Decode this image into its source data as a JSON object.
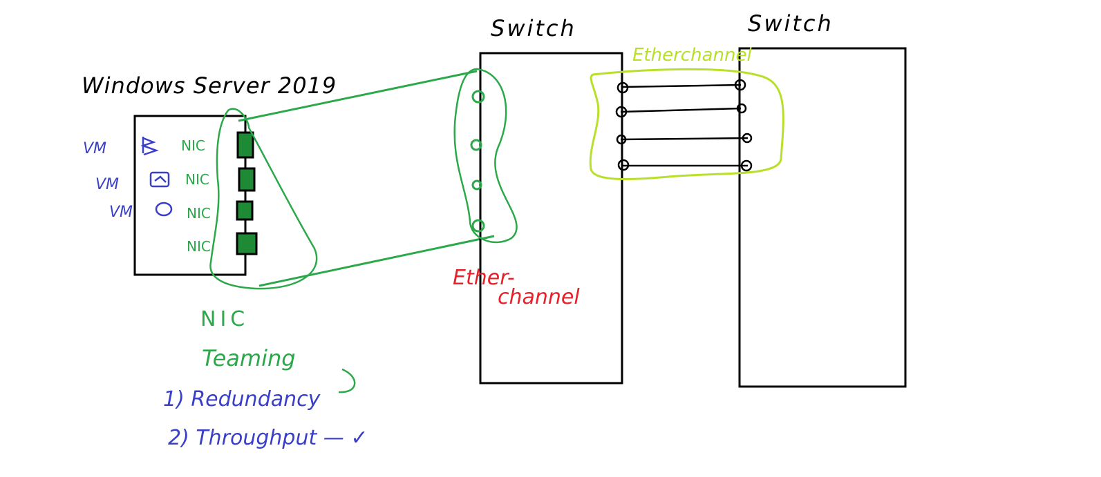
{
  "server": {
    "title": "Windows Server 2019",
    "vm_labels": [
      "VM",
      "VM",
      "VM"
    ],
    "nic_labels": [
      "NIC",
      "NIC",
      "NIC",
      "NIC"
    ]
  },
  "switches": {
    "left_label": "Switch",
    "right_label": "Switch"
  },
  "etherchannel": {
    "red_line1": "Ether-",
    "red_line2": "channel",
    "green_label": "Etherchannel"
  },
  "teaming": {
    "line1": "NIC",
    "line2": "Teaming",
    "item1": "1) Redundancy",
    "item2": "2) Throughput — ✓"
  },
  "colors": {
    "ink": "#000000",
    "team_green": "#2aa84a",
    "nic_fill": "#1f8a35",
    "vm_blue": "#3a3fc8",
    "etherchannel_red": "#e8202a",
    "etherchannel_lime": "#b8e02a"
  }
}
